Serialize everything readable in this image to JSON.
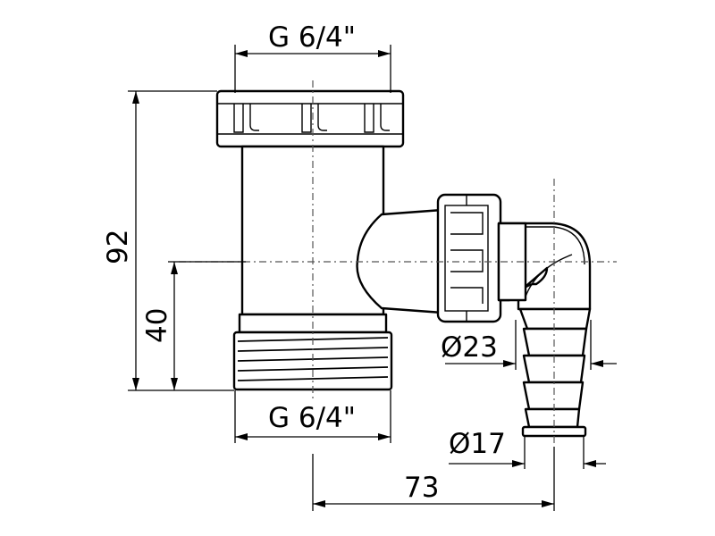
{
  "dimensions": {
    "top_thread": "G 6/4\"",
    "bottom_thread": "G 6/4\"",
    "overall_height": "92",
    "outlet_height": "40",
    "outlet_outer_diameter": "Ø23",
    "hose_diameter": "Ø17",
    "outlet_offset": "73"
  }
}
